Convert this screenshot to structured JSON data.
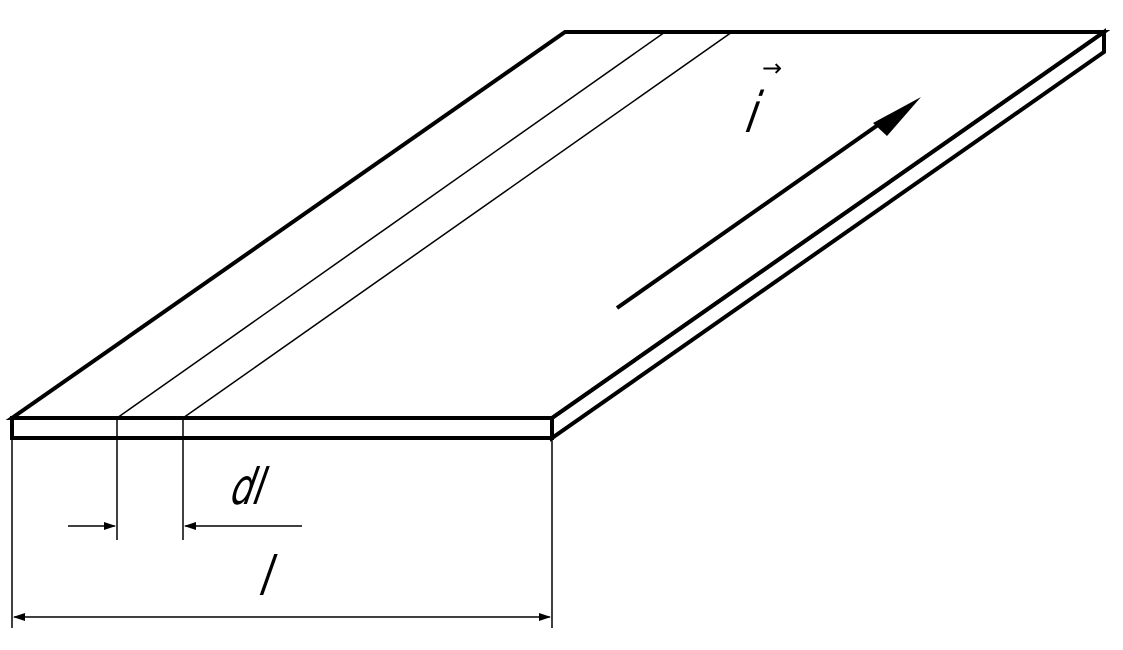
{
  "labels": {
    "strip_width": "dl",
    "plate_width": "l",
    "current_density": "i",
    "vector_mark": "→"
  },
  "icons": {
    "current_arrow": "arrow-icon",
    "dimension_arrow": "dimension-arrow-icon"
  },
  "colors": {
    "line": "#000000",
    "background": "#ffffff"
  }
}
